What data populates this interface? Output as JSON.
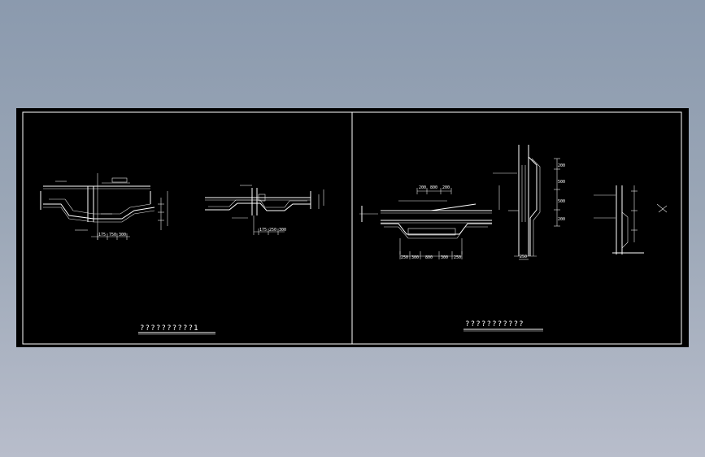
{
  "colors": {
    "canvas": "#000000",
    "linework": "#ffffff",
    "background_top": "#8b9aae",
    "background_bottom": "#b8bdcb"
  },
  "sheets": {
    "left": {
      "title": "??????????1",
      "dims_a": [
        "175",
        "750",
        "300"
      ],
      "dims_b": [
        "175",
        "250",
        "300"
      ]
    },
    "right": {
      "title": "???????????",
      "top_dims": [
        "200",
        "800",
        "200"
      ],
      "bottom_dims": [
        "250",
        "300",
        "800",
        "300",
        "250"
      ],
      "column_dims": [
        "200",
        "500",
        "500",
        "200"
      ],
      "column_base": "250"
    }
  }
}
